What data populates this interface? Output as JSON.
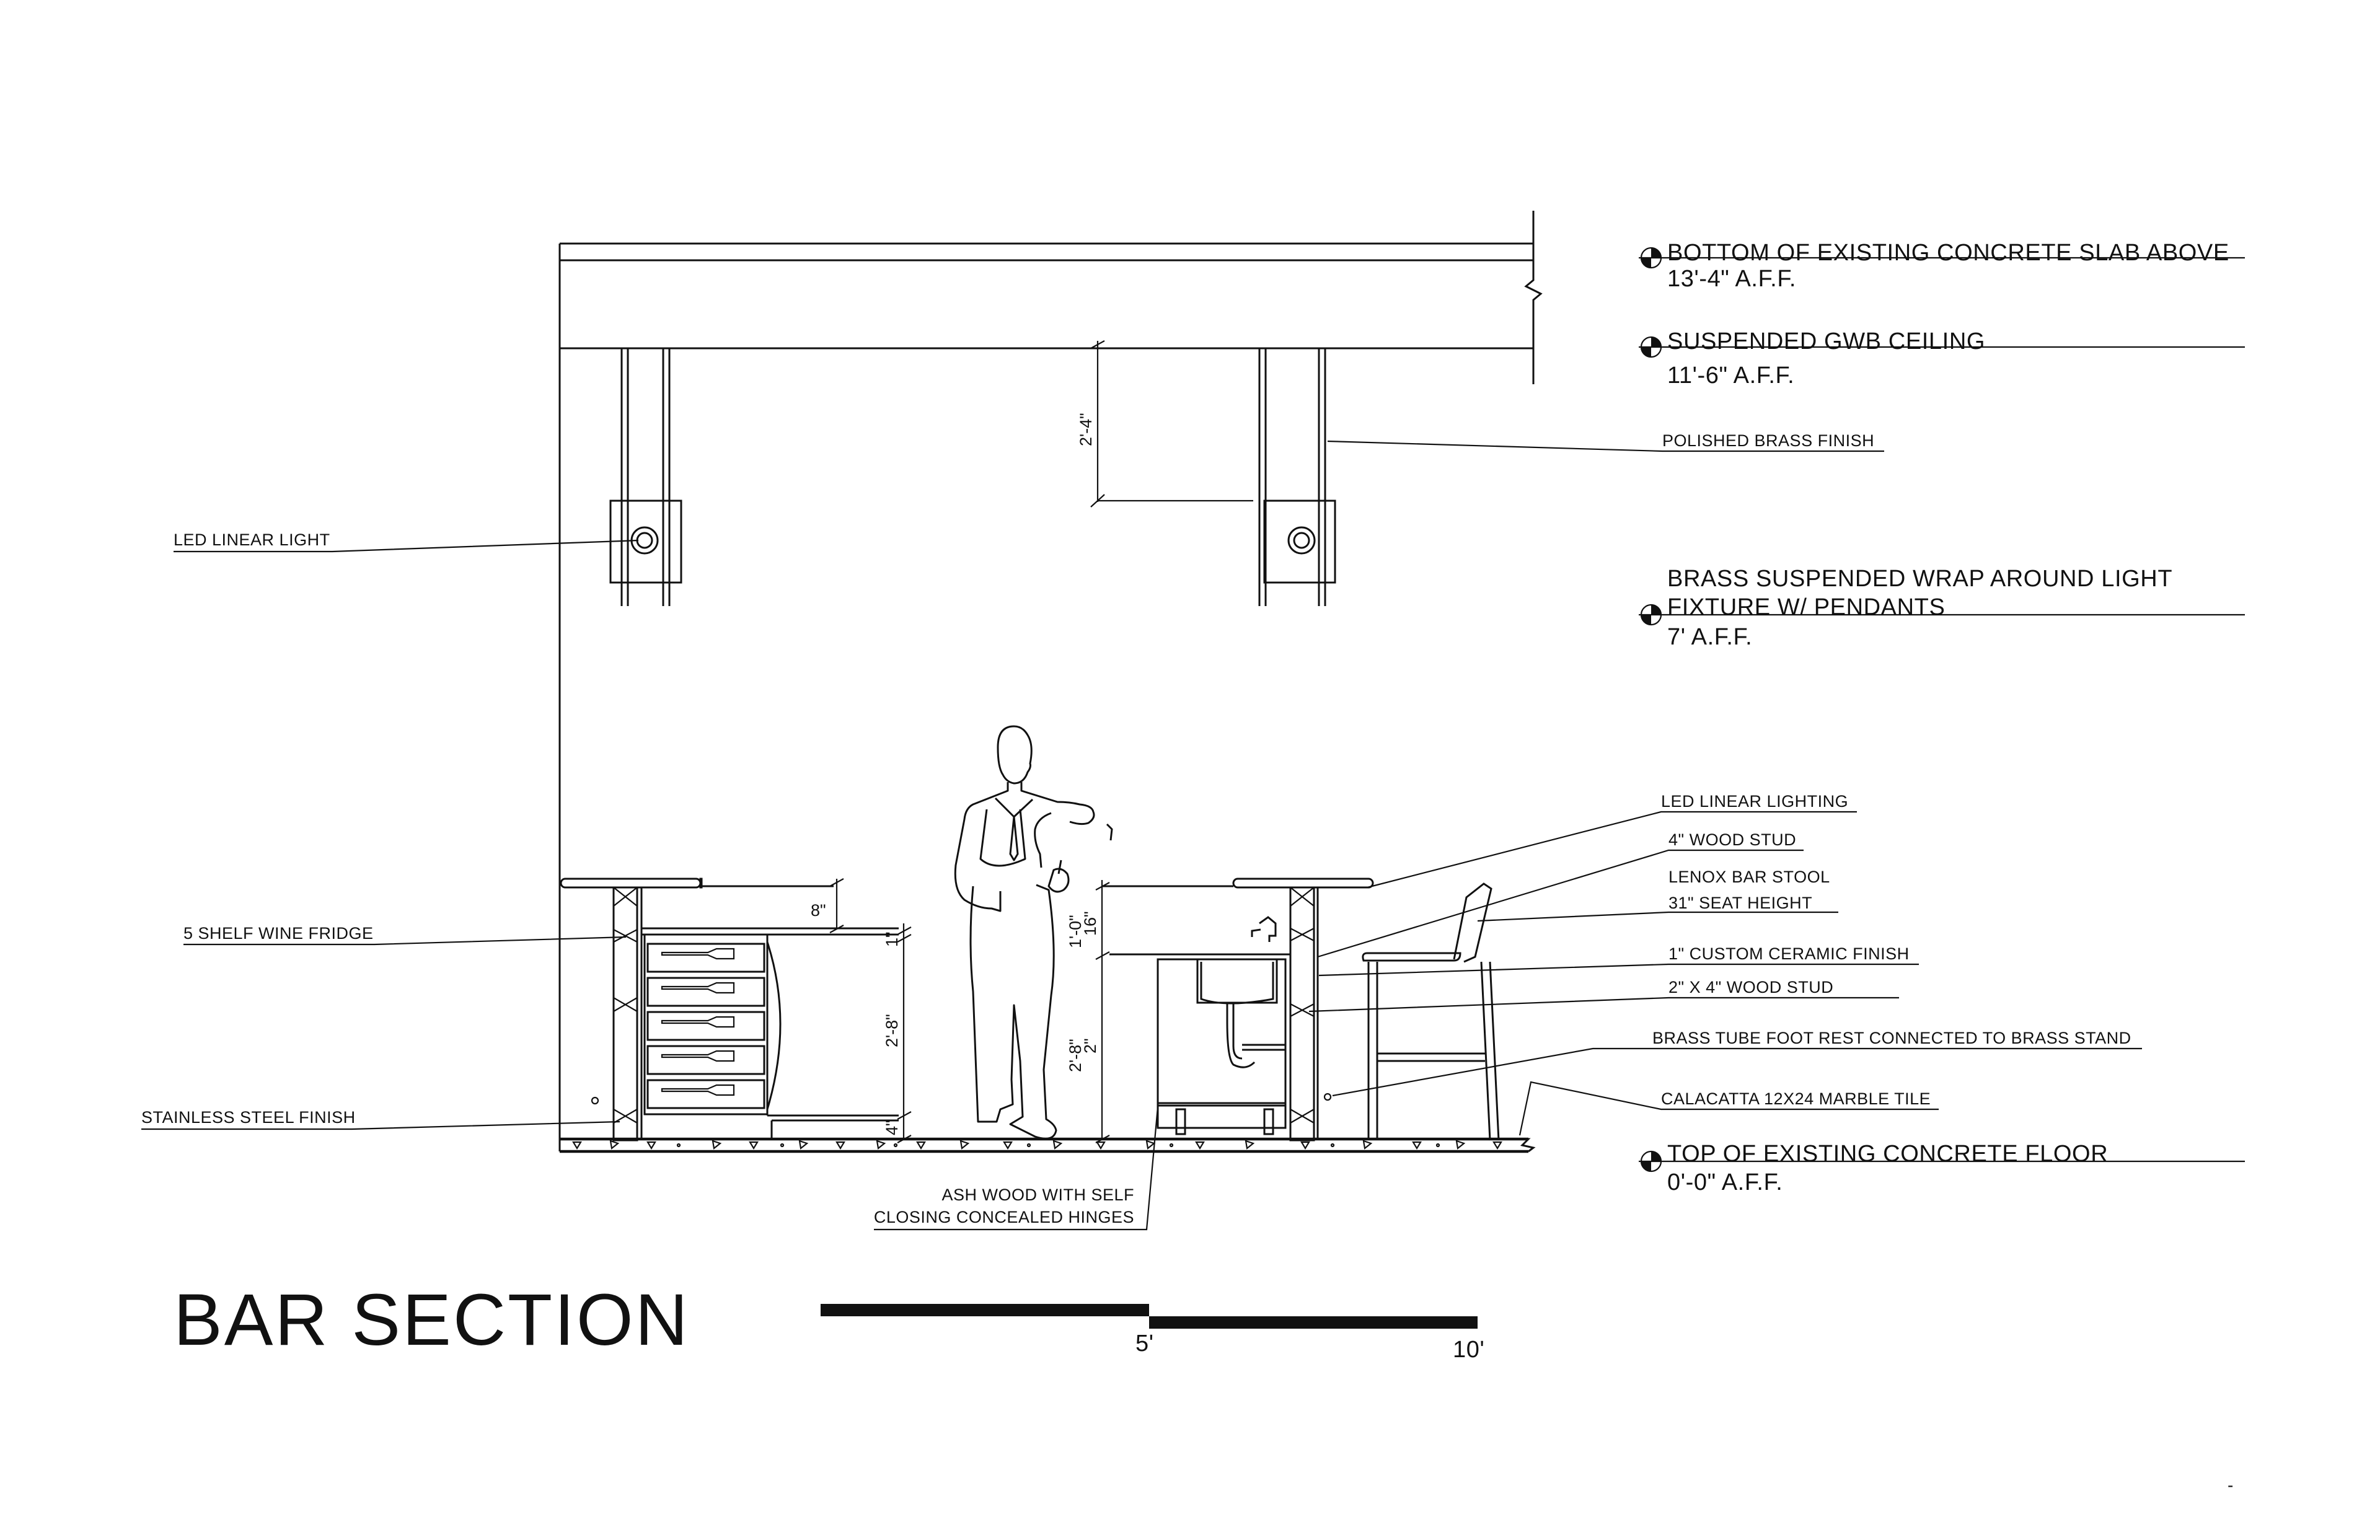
{
  "title": "BAR SECTION",
  "scale_bar": {
    "label_mid": "5'",
    "label_end": "10'"
  },
  "levels": [
    {
      "id": "slab",
      "name": "BOTTOM OF EXISTING CONCRETE SLAB ABOVE",
      "elevation": "13'-4\" A.F.F."
    },
    {
      "id": "ceiling",
      "name": "SUSPENDED GWB CEILING",
      "elevation": "11'-6\" A.F.F."
    },
    {
      "id": "fixture",
      "name_line1": "BRASS SUSPENDED WRAP AROUND LIGHT",
      "name_line2": "FIXTURE W/ PENDANTS",
      "elevation": "7' A.F.F."
    },
    {
      "id": "floor",
      "name": "TOP OF EXISTING CONCRETE FLOOR",
      "elevation": "0'-0\" A.F.F."
    }
  ],
  "labels_left": {
    "led_linear_light": "LED LINEAR LIGHT",
    "wine_fridge": "5 SHELF WINE FRIDGE",
    "stainless": "STAINLESS STEEL FINISH"
  },
  "labels_right": {
    "polished_brass": "POLISHED BRASS FINISH",
    "led_linear_lighting": "LED LINEAR LIGHTING",
    "wood_stud_4": "4\" WOOD STUD",
    "stool_line1": "LENOX BAR STOOL",
    "stool_line2": "31\" SEAT HEIGHT",
    "ceramic": "1\" CUSTOM CERAMIC FINISH",
    "wood_stud_2x4": "2\" X 4\" WOOD STUD",
    "foot_rest": "BRASS TUBE FOOT REST CONNECTED TO BRASS STAND",
    "marble": "CALACATTA 12X24 MARBLE TILE"
  },
  "labels_bottom": {
    "ash_line1": "ASH WOOD WITH SELF",
    "ash_line2": "CLOSING CONCEALED HINGES"
  },
  "dimensions": {
    "pendant_drop": "2'-4\"",
    "counter_above": "8\"",
    "fridge_top": "1\"",
    "fridge_height": "2'-8\"",
    "fridge_base": "4\"",
    "bar_upper": "1'-0\"",
    "bar_inch": "16\"",
    "bar_height": "2'-8\"",
    "bar_inch2": "2\""
  },
  "footer_mark": "-"
}
